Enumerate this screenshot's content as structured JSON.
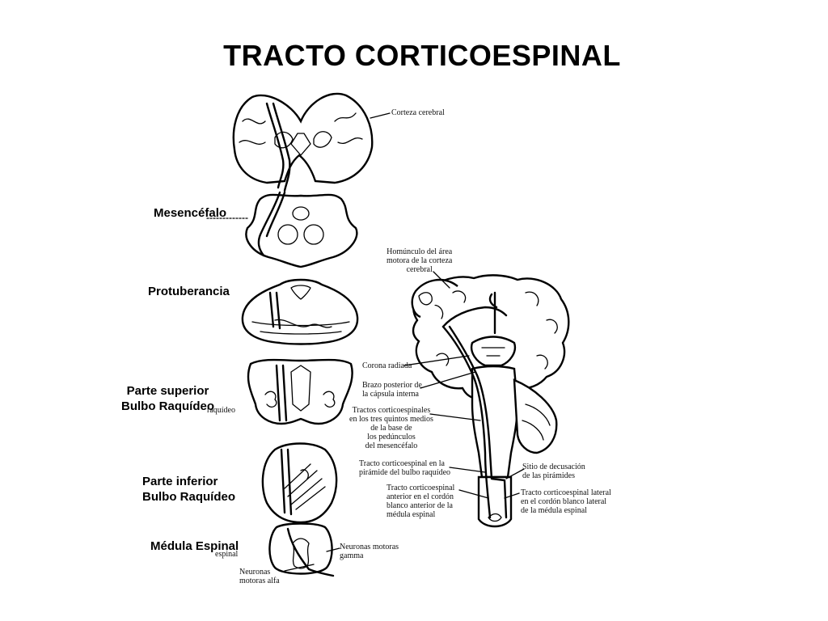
{
  "title": "TRACTO  CORTICOESPINAL",
  "left_labels": {
    "mesencefalo": "Mesencéfalo",
    "protuberancia": "Protuberancia",
    "parte_superior": "Parte superior\nBulbo Raquídeo",
    "parte_inferior": "Parte inferior\nBulbo Raquídeo",
    "medula": "Médula Espinal"
  },
  "left_small": {
    "corteza": "Corteza cerebral",
    "raquideo": "raquídeo",
    "espinal": "espinal",
    "gamma": "Neuronas motoras\ngamma",
    "alfa": "Neuronas\nmotoras alfa"
  },
  "right_small": {
    "homunculo": "Homúnculo del área\nmotora de la corteza\ncerebral",
    "corona": "Corona radiada",
    "brazo": "Brazo posterior de\nla cápsula interna",
    "tractos": "Tractos corticoespinales\nen los tres quintos medios\nde la base de\nlos pedúnculos\ndel mesencéfalo",
    "piramide": "Tracto corticoespinal en la\npirámide del bulbo raquídeo",
    "decusacion": "Sitio de decusación\nde las pirámides",
    "anterior": "Tracto corticoespinal\nanterior en el cordón\nblanco anterior de la\nmédula espinal",
    "lateral": "Tracto corticoespinal lateral\nen el cordón blanco lateral\nde la médula espinal"
  }
}
